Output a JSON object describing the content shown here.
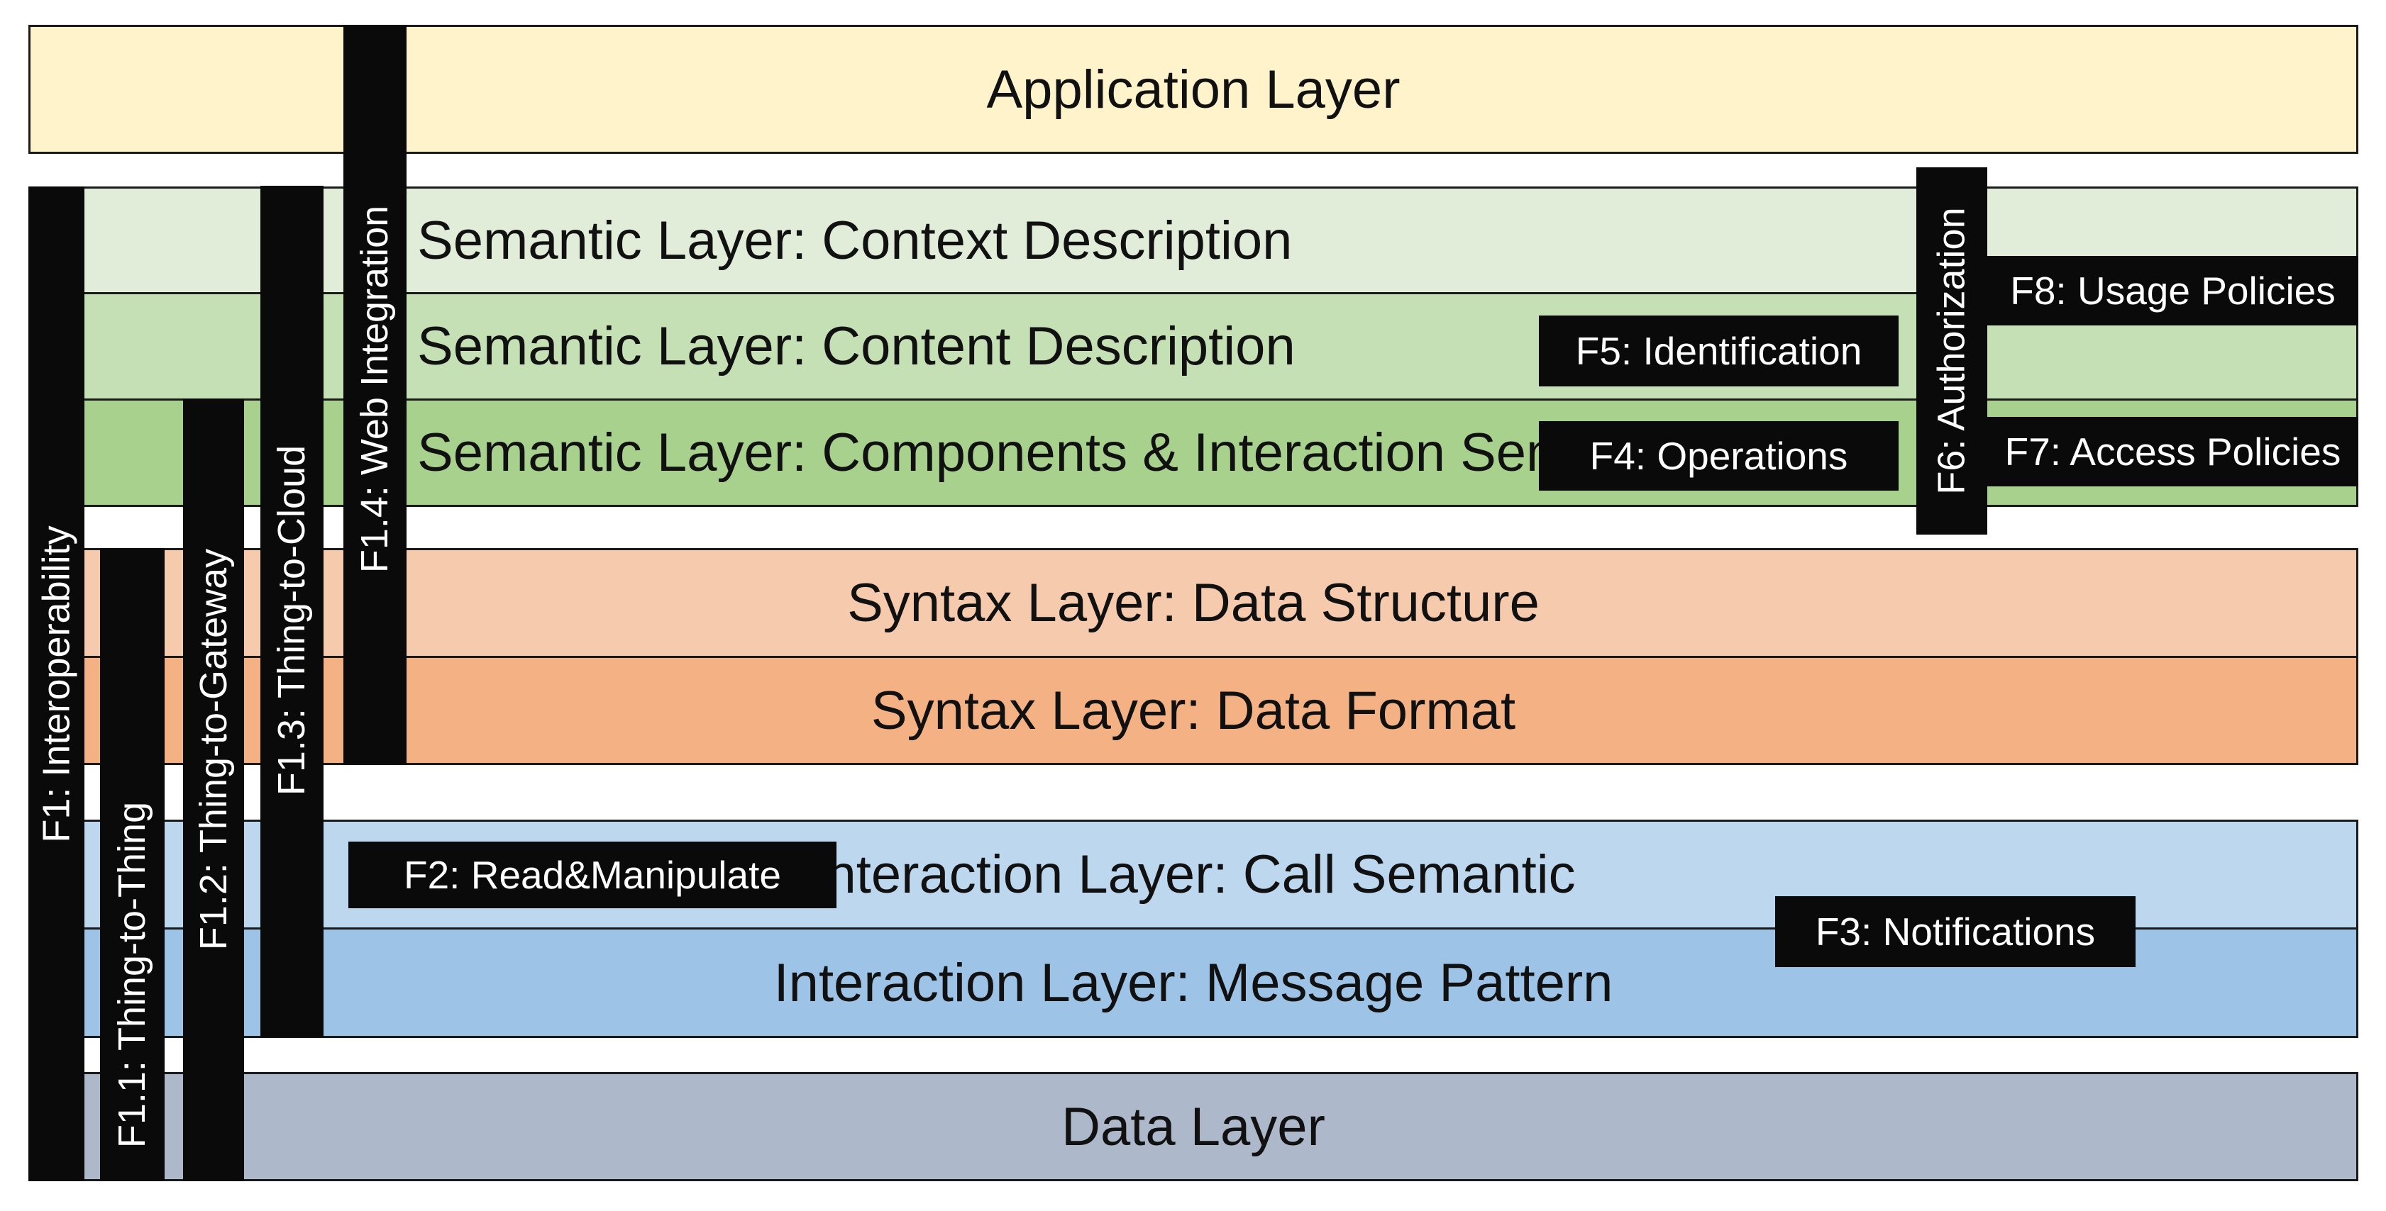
{
  "layers": {
    "application": "Application Layer",
    "semantic_context": "Semantic Layer: Context Description",
    "semantic_content": "Semantic Layer: Content Description",
    "semantic_components": "Semantic Layer: Components & Interaction Semantics",
    "syntax_structure": "Syntax Layer: Data Structure",
    "syntax_format": "Syntax Layer: Data Format",
    "interaction_call": "Interaction Layer: Call Semantic",
    "interaction_message": "Interaction Layer: Message Pattern",
    "data": "Data Layer"
  },
  "features": {
    "f1": "F1: Interoperability",
    "f1_1": "F1.1: Thing-to-Thing",
    "f1_2": "F1.2: Thing-to-Gateway",
    "f1_3": "F1.3: Thing-to-Cloud",
    "f1_4": "F1.4: Web Integration",
    "f2": "F2: Read&Manipulate",
    "f3": "F3: Notifications",
    "f4": "F4: Operations",
    "f5": "F5: Identification",
    "f6": "F6: Authorization",
    "f7": "F7: Access Policies",
    "f8": "F8: Usage Policies"
  },
  "colors": {
    "application": "#FFF3CC",
    "semantic_context": "#E1EDD9",
    "semantic_content": "#C5E0B4",
    "semantic_components": "#A8D18D",
    "syntax_structure": "#F6CAAC",
    "syntax_format": "#F4B183",
    "interaction_call": "#BDD7EE",
    "interaction_message": "#9DC3E6",
    "data": "#ADB9CA",
    "feature_bar": "#0A0A0A",
    "feature_text": "#FFFFFF"
  }
}
